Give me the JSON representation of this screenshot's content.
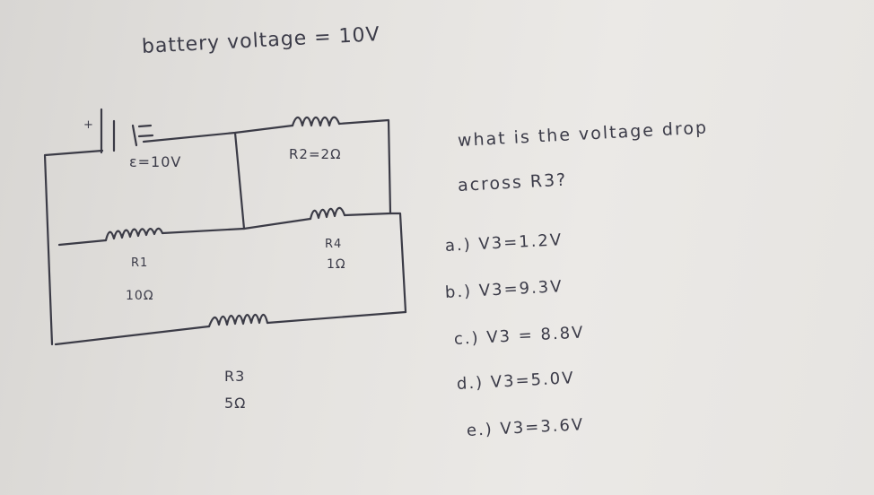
{
  "header": {
    "battery_voltage": "battery voltage = 10V"
  },
  "question": {
    "line1": "what is the voltage drop",
    "line2": "across R3?"
  },
  "options": [
    "a.) V3=1.2V",
    "b.) V3=9.3V",
    "c.) V3 = 8.8V",
    "d.) V3=5.0V",
    "e.) V3=3.6V"
  ],
  "circuit": {
    "battery_plus": "+",
    "battery_emf": "ε=10V",
    "r2_label": "R2=2Ω",
    "r4_name": "R4",
    "r4_value": "1Ω",
    "r1_name": "R1",
    "r1_value": "10Ω",
    "r3_name": "R3",
    "r3_value": "5Ω"
  }
}
